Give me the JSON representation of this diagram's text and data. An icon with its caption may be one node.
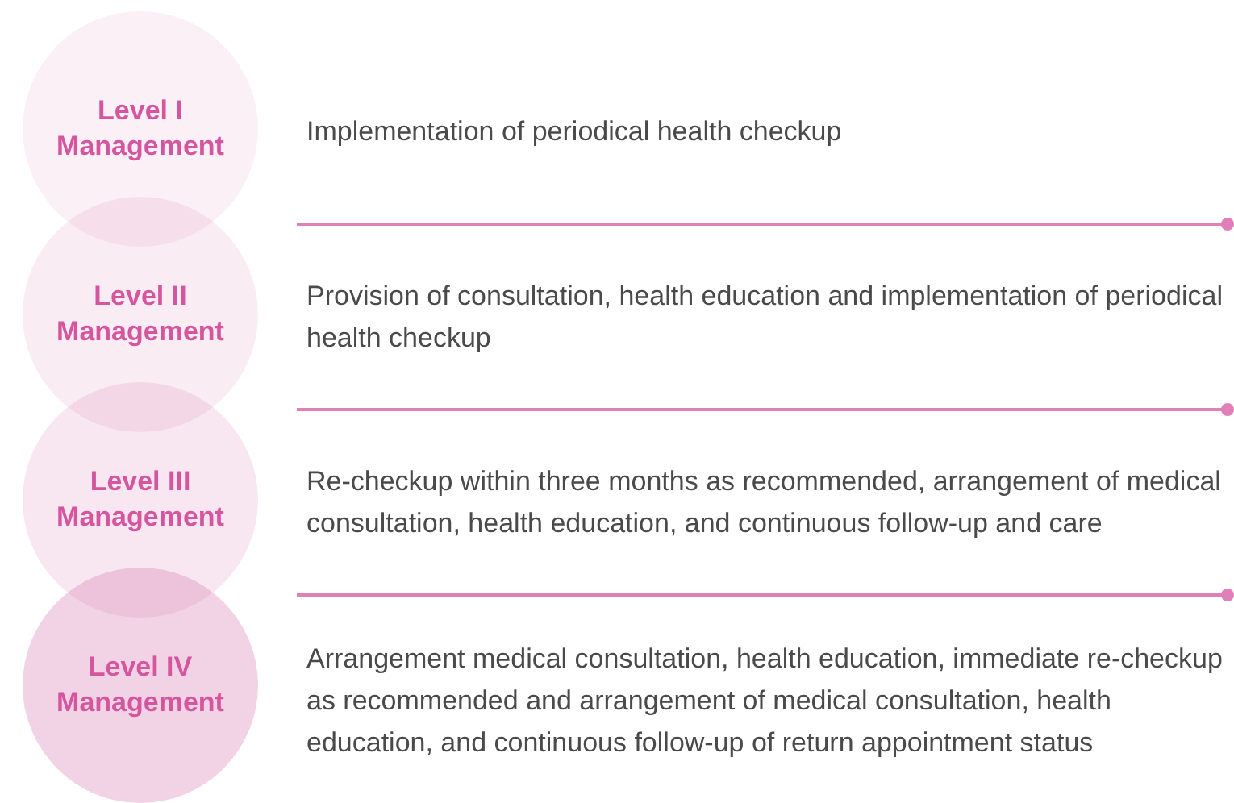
{
  "diagram": {
    "nodes": [
      {
        "text": [
          "Level I Management"
        ],
        "beside": [
          "Implementation of periodical health checkup"
        ]
      },
      {
        "text": [
          "Level II Management"
        ],
        "beside": [
          "Provision of consultation, health education and implementation of periodical health checkup"
        ]
      },
      {
        "text": [
          "Level III Management"
        ],
        "beside": [
          "Re-checkup within three months as recommended, arrangement of medical consultation, health education, and continuous follow-up and care"
        ]
      },
      {
        "text": [
          "Level IV Management"
        ],
        "beside": [
          "Arrangement medical consultation, health education, immediate re-checkup as recommended and arrangement of medical consultation, health education, and continuous follow-up of return appointment status"
        ]
      }
    ]
  }
}
